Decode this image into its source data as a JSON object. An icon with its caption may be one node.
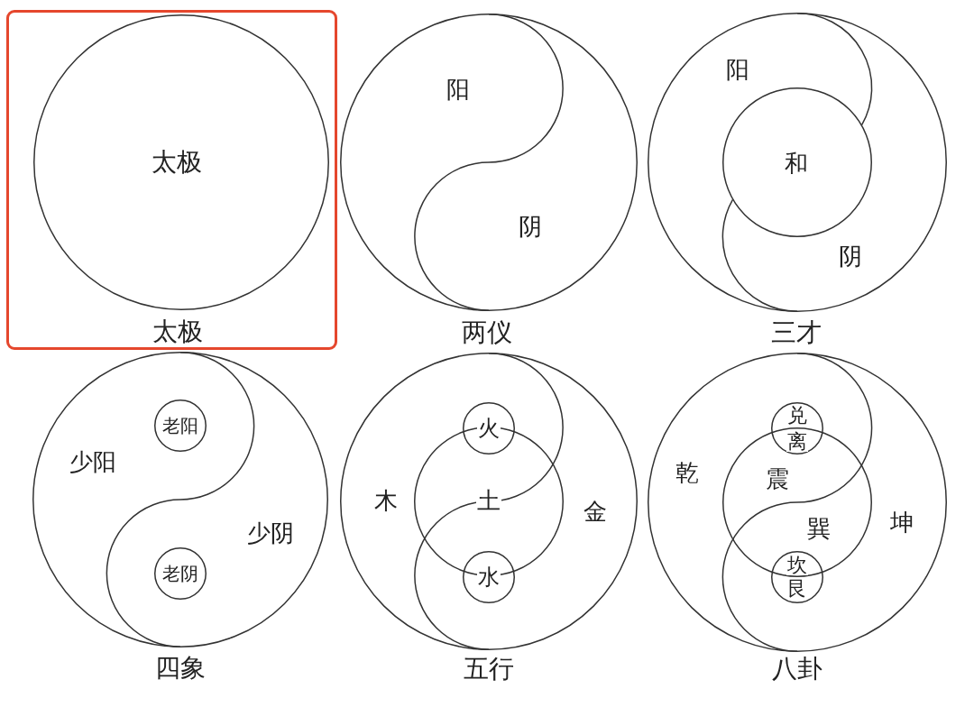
{
  "diagram": {
    "nodes": [
      {
        "text": [],
        "shape": "box"
      },
      {
        "text": [
          "太极"
        ],
        "in": 0,
        "beside": [
          "太极"
        ]
      },
      {
        "text": [
          "阳",
          "阴"
        ],
        "beside": [
          "两仪"
        ]
      },
      {
        "text": [
          "阳",
          "阴"
        ],
        "beside": [
          "三才"
        ]
      },
      {
        "text": [
          "和"
        ],
        "in": 3
      },
      {
        "text": [
          "少阳",
          "少阴"
        ],
        "beside": [
          "四象"
        ]
      },
      {
        "text": [
          "老阳"
        ],
        "in": 5
      },
      {
        "text": [
          "老阴"
        ],
        "in": 5
      },
      {
        "text": [
          "木",
          "金"
        ],
        "beside": [
          "五行"
        ]
      },
      {
        "text": [
          "土"
        ],
        "in": 8
      },
      {
        "text": [
          "火"
        ],
        "in": 8
      },
      {
        "text": [
          "水"
        ],
        "in": 8
      },
      {
        "text": [
          "乾",
          "坤"
        ],
        "beside": [
          "八卦"
        ]
      },
      {
        "text": [
          "震",
          "巽"
        ],
        "in": 12
      },
      {
        "text": [
          "兑",
          "离"
        ],
        "in": 12
      },
      {
        "text": [
          "坎",
          "艮"
        ],
        "in": 12
      }
    ]
  }
}
